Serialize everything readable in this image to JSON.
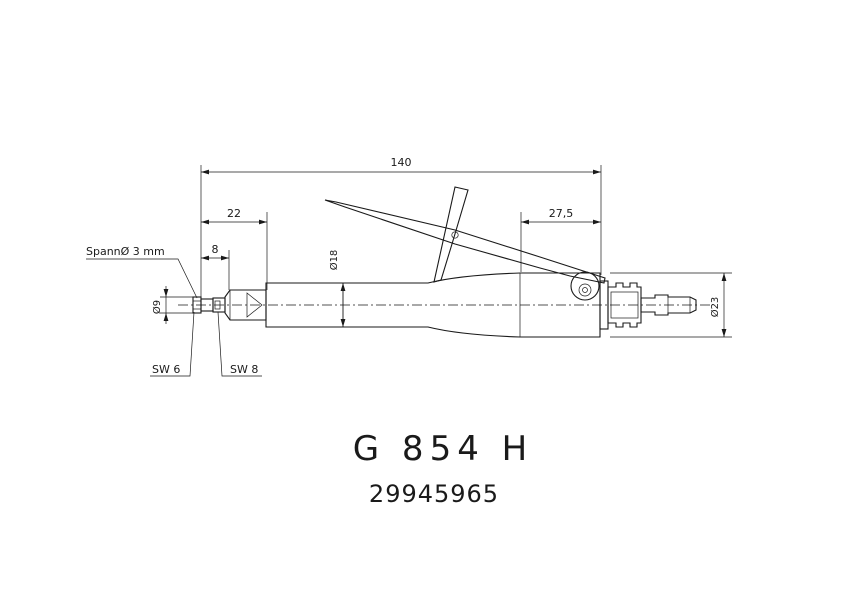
{
  "drawing": {
    "title": "G 854 H",
    "part_number": "29945965",
    "dimensions": {
      "overall_length": "140",
      "front_length": "22",
      "collet_length": "8",
      "rear_length": "27,5",
      "body_diameter": "Ø18",
      "front_diameter": "Ø9",
      "rear_diameter": "Ø23"
    },
    "labels": {
      "collet": "SpannØ 3 mm",
      "wrench_6": "SW 6",
      "wrench_8": "SW 8"
    }
  }
}
